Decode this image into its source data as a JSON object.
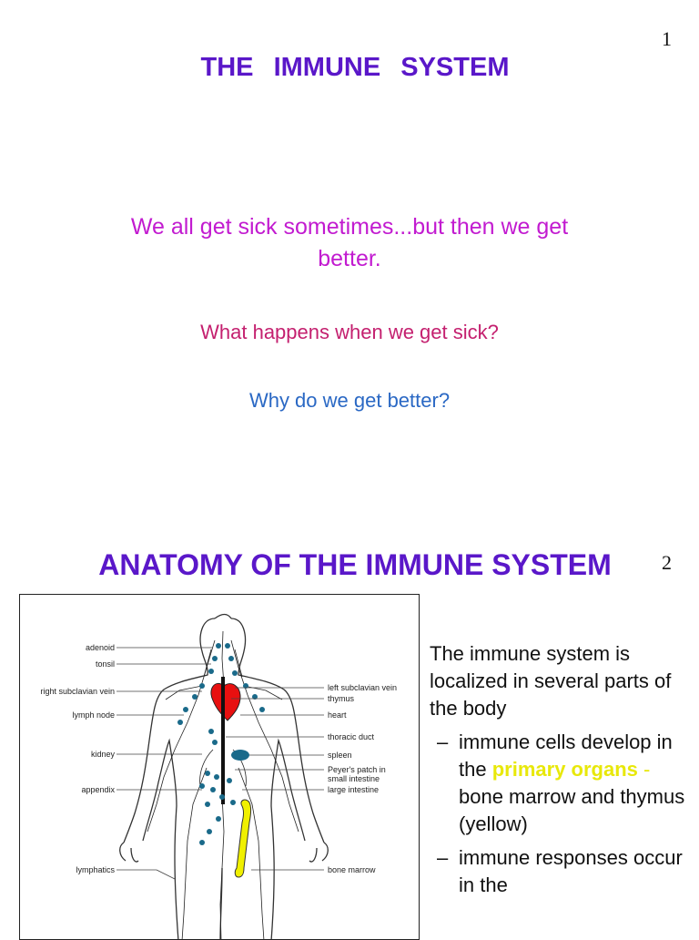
{
  "slide1": {
    "page_number": "1",
    "title": "THE IMMUNE SYSTEM",
    "intro": "We all get sick sometimes...but then we get better.",
    "question1": "What happens when we get sick?",
    "question2": "Why do we get better?"
  },
  "slide2": {
    "page_number": "2",
    "title": "ANATOMY OF THE IMMUNE SYSTEM",
    "figure": {
      "left_labels": [
        "adenoid",
        "tonsil",
        "right subclavian vein",
        "lymph node",
        "kidney",
        "appendix",
        "lymphatics"
      ],
      "right_labels": [
        "left subclavian vein",
        "thymus",
        "heart",
        "thoracic duct",
        "spleen",
        "Peyer's patch in",
        "small intestine",
        "large intestine",
        "bone marrow"
      ]
    },
    "paragraph": "The immune system is localized in several parts of the body",
    "bullet1": {
      "dash": "–",
      "text_before": "immune cells develop in the",
      "highlight": "primary organs",
      "highlight_dash": "-",
      "text_after": "bone marrow and thymus (yellow)"
    },
    "bullet2": {
      "dash": "–",
      "text": "immune responses occur in the"
    }
  },
  "colors": {
    "title": "#5a17c9",
    "intro": "#c21bd0",
    "question1": "#c4206f",
    "question2": "#2a68c4",
    "highlight": "#e8e80a",
    "heart": "#e81010",
    "lymph": "#1a6a8a"
  }
}
